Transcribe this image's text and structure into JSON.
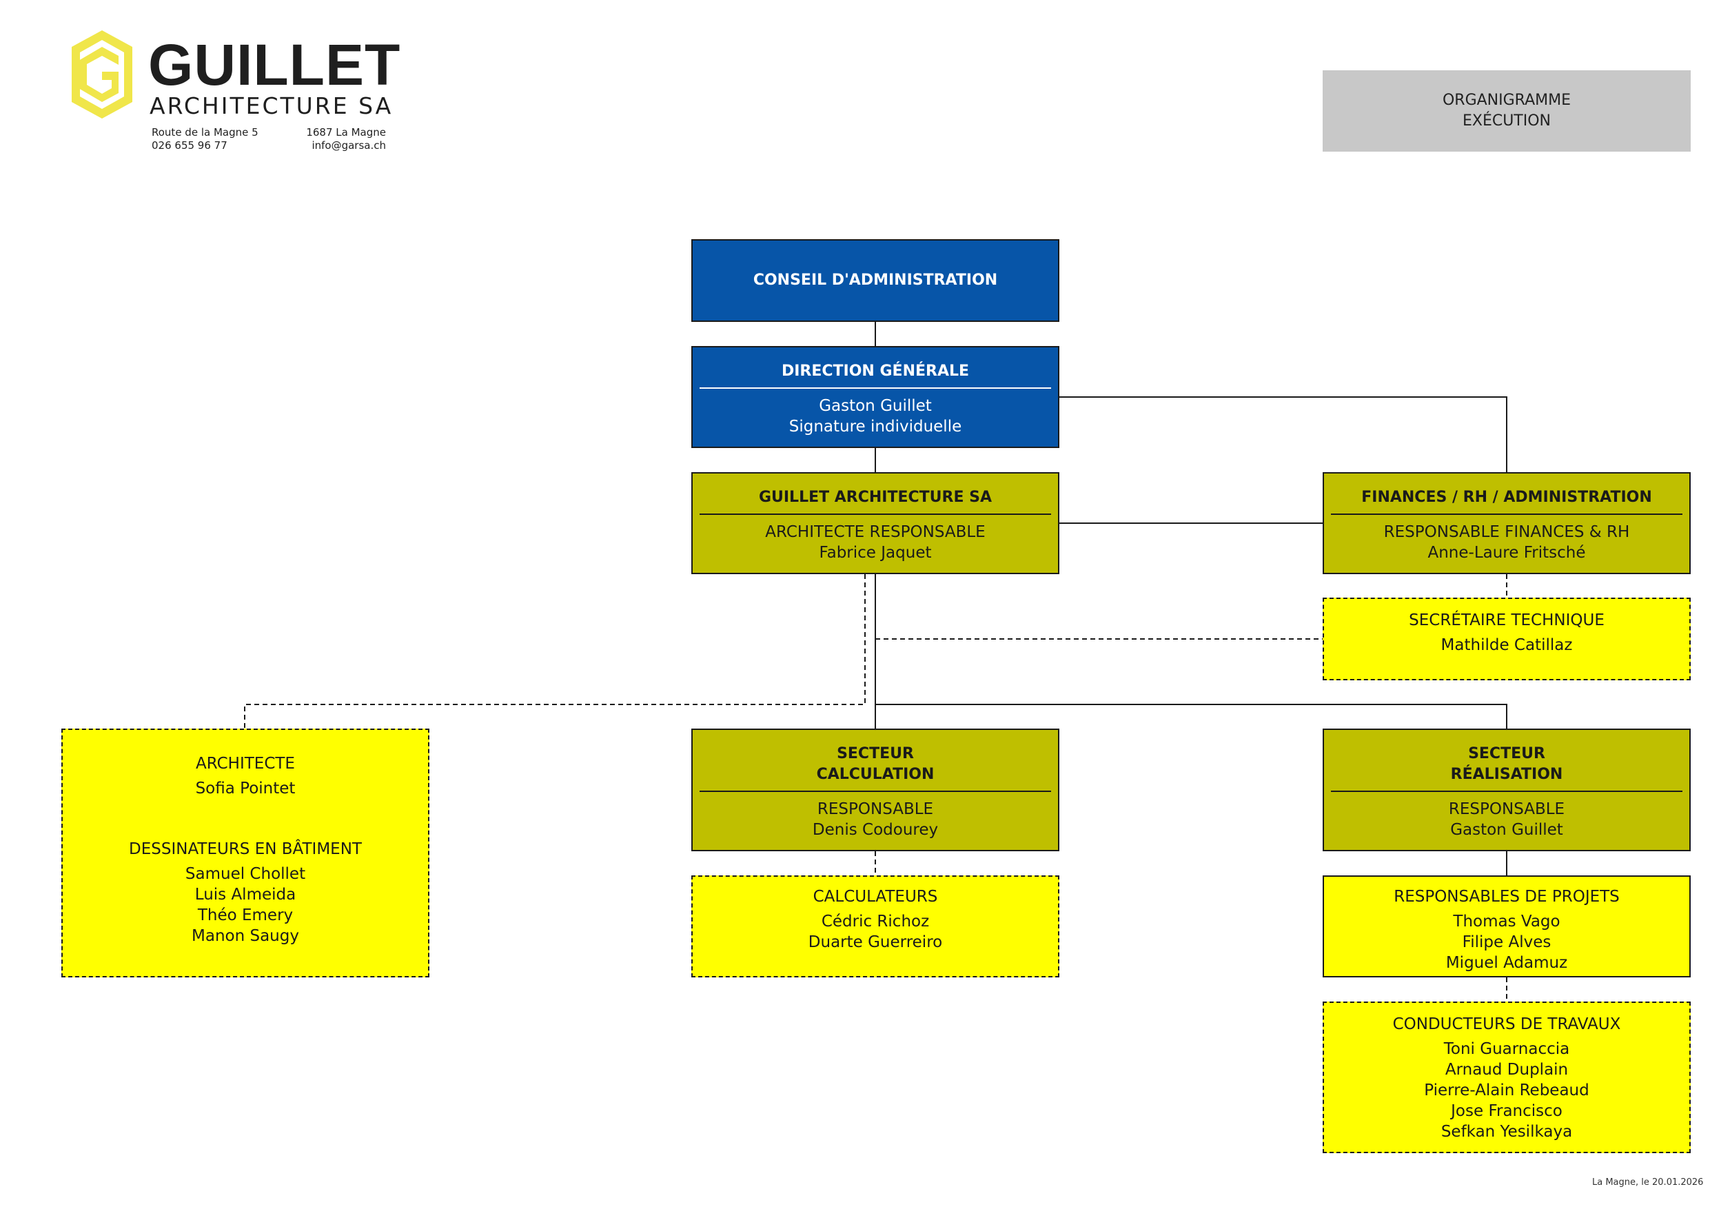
{
  "header": {
    "logo": {
      "name": "GUILLET",
      "subtitle": "ARCHITECTURE SA",
      "accent_color": "#f0e64a",
      "icon": "hexagon-g-logo"
    },
    "address": {
      "street": "Route de la Magne 5",
      "phone": "026 655 96 77",
      "city": "1687 La Magne",
      "email": "info@garsa.ch"
    },
    "title": {
      "line1": "ORGANIGRAMME",
      "line2": "EXÉCUTION"
    }
  },
  "colors": {
    "blue": "#0755a8",
    "olive": "#bfbf00",
    "yellow": "#ffff00",
    "title_grey": "#c8c8c8"
  },
  "nodes": {
    "board": {
      "title": "CONSEIL D'ADMINISTRATION"
    },
    "direction": {
      "title": "DIRECTION GÉNÉRALE",
      "name": "Gaston Guillet",
      "note": "Signature individuelle"
    },
    "company": {
      "title": "GUILLET ARCHITECTURE SA",
      "role": "ARCHITECTE RESPONSABLE",
      "name": "Fabrice Jaquet"
    },
    "finance": {
      "title": "FINANCES / RH / ADMINISTRATION",
      "role": "RESPONSABLE FINANCES & RH",
      "name": "Anne-Laure Fritsché"
    },
    "secretary": {
      "role": "SECRÉTAIRE TECHNIQUE",
      "name": "Mathilde Catillaz"
    },
    "architects": {
      "role1": "ARCHITECTE",
      "name1": "Sofia Pointet",
      "role2": "DESSINATEURS EN BÂTIMENT",
      "names2": [
        "Samuel Chollet",
        "Luis Almeida",
        "Théo Emery",
        "Manon Saugy"
      ]
    },
    "calc_sector": {
      "title_line1": "SECTEUR",
      "title_line2": "CALCULATION",
      "role": "RESPONSABLE",
      "name": "Denis Codourey"
    },
    "calculators": {
      "role": "CALCULATEURS",
      "names": [
        "Cédric Richoz",
        "Duarte Guerreiro"
      ]
    },
    "real_sector": {
      "title_line1": "SECTEUR",
      "title_line2": "RÉALISATION",
      "role": "RESPONSABLE",
      "name": "Gaston Guillet"
    },
    "project_managers": {
      "role": "RESPONSABLES DE PROJETS",
      "names": [
        "Thomas Vago",
        "Filipe Alves",
        "Miguel Adamuz"
      ]
    },
    "site_managers": {
      "role": "CONDUCTEURS DE TRAVAUX",
      "names": [
        "Toni Guarnaccia",
        "Arnaud Duplain",
        "Pierre-Alain Rebeaud",
        "Jose Francisco",
        "Sefkan Yesilkaya"
      ]
    }
  },
  "footer": {
    "date": "La Magne, le 20.01.2026"
  }
}
